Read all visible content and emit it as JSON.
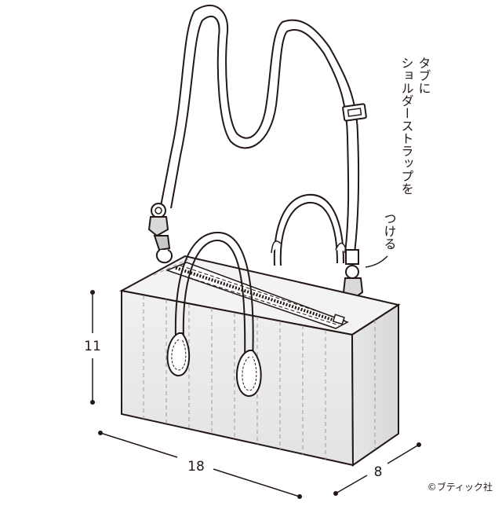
{
  "annotation": {
    "column_1": "タブに",
    "column_2": "ショルダーストラップを",
    "column_3": "つける"
  },
  "dimensions": {
    "height": "11",
    "width": "18",
    "depth": "8"
  },
  "credit": "©ブティック社"
}
